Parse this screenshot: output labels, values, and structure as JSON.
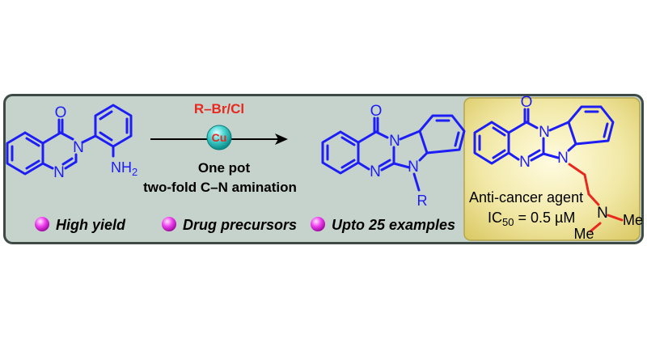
{
  "reagents": {
    "halide": "R–Br/Cl",
    "catalyst": "Cu",
    "conditions_line1": "One pot",
    "conditions_line2": "two-fold C–N amination"
  },
  "atoms": {
    "oxygen": "O",
    "nitrogen": "N",
    "amine": "NH",
    "amine_subscript": "2",
    "substituent": "R",
    "methyl": "Me"
  },
  "highlights": [
    {
      "label": "High yield"
    },
    {
      "label": "Drug precursors"
    },
    {
      "label": "Upto 25 examples"
    }
  ],
  "application": {
    "title": "Anti-cancer agent",
    "ic50_prefix": "IC",
    "ic50_subscript": "50",
    "ic50_value": " = 0.5 µM"
  },
  "colors": {
    "frame": "#3d4a45",
    "panel_fill": "#c6d3cc",
    "highlight_fill": "#ebe29a",
    "structure": "#1d1df5",
    "substituent": "#e8281e",
    "catalyst_ball": "#2fc7c4",
    "bullet": "#e81ee8"
  }
}
